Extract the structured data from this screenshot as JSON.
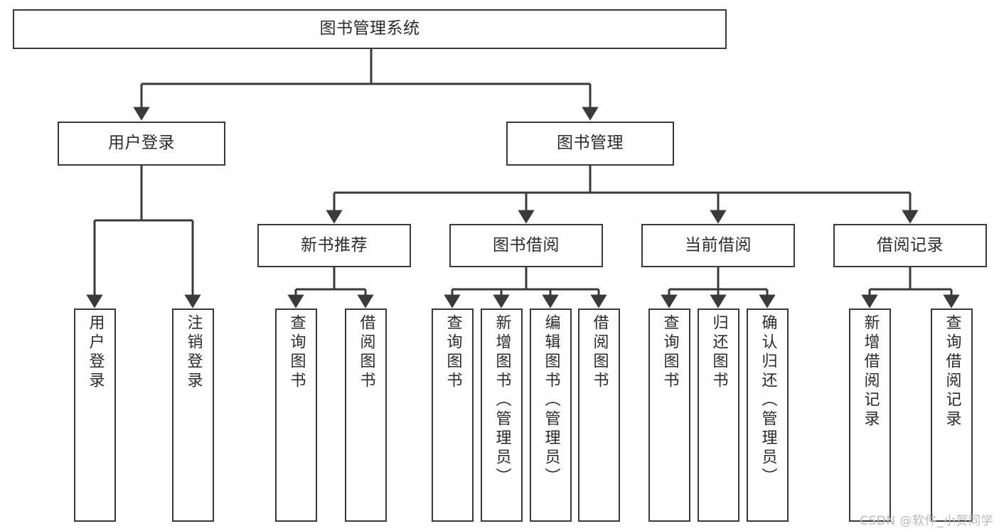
{
  "diagram": {
    "type": "tree-hierarchy-chart",
    "title": "图书管理系统",
    "colors": {
      "box_border": "#3a3a3a",
      "box_fill": "#ffffff",
      "connector": "#3a3a3a",
      "text": "#2b2b2b",
      "watermark": "#b9b9b9",
      "background": "#ffffff"
    },
    "root": {
      "label": "图书管理系统"
    },
    "level2": [
      {
        "label": "用户登录"
      },
      {
        "label": "图书管理"
      }
    ],
    "level3": [
      {
        "label": "新书推荐"
      },
      {
        "label": "图书借阅"
      },
      {
        "label": "当前借阅"
      },
      {
        "label": "借阅记录"
      }
    ],
    "leaves": {
      "user_login": [
        {
          "label": "用户登录"
        },
        {
          "label": "注销登录"
        }
      ],
      "new_book_recommend": [
        {
          "label": "查询图书"
        },
        {
          "label": "借阅图书"
        }
      ],
      "book_borrow": [
        {
          "label": "查询图书"
        },
        {
          "label": "新增图书（管理员）"
        },
        {
          "label": "编辑图书（管理员）"
        },
        {
          "label": "借阅图书"
        }
      ],
      "current_borrow": [
        {
          "label": "查询图书"
        },
        {
          "label": "归还图书"
        },
        {
          "label": "确认归还（管理员）"
        }
      ],
      "borrow_record": [
        {
          "label": "新增借阅记录"
        },
        {
          "label": "查询借阅记录"
        }
      ]
    }
  },
  "watermark": {
    "text": "CSDN @软件_小贺同学"
  }
}
